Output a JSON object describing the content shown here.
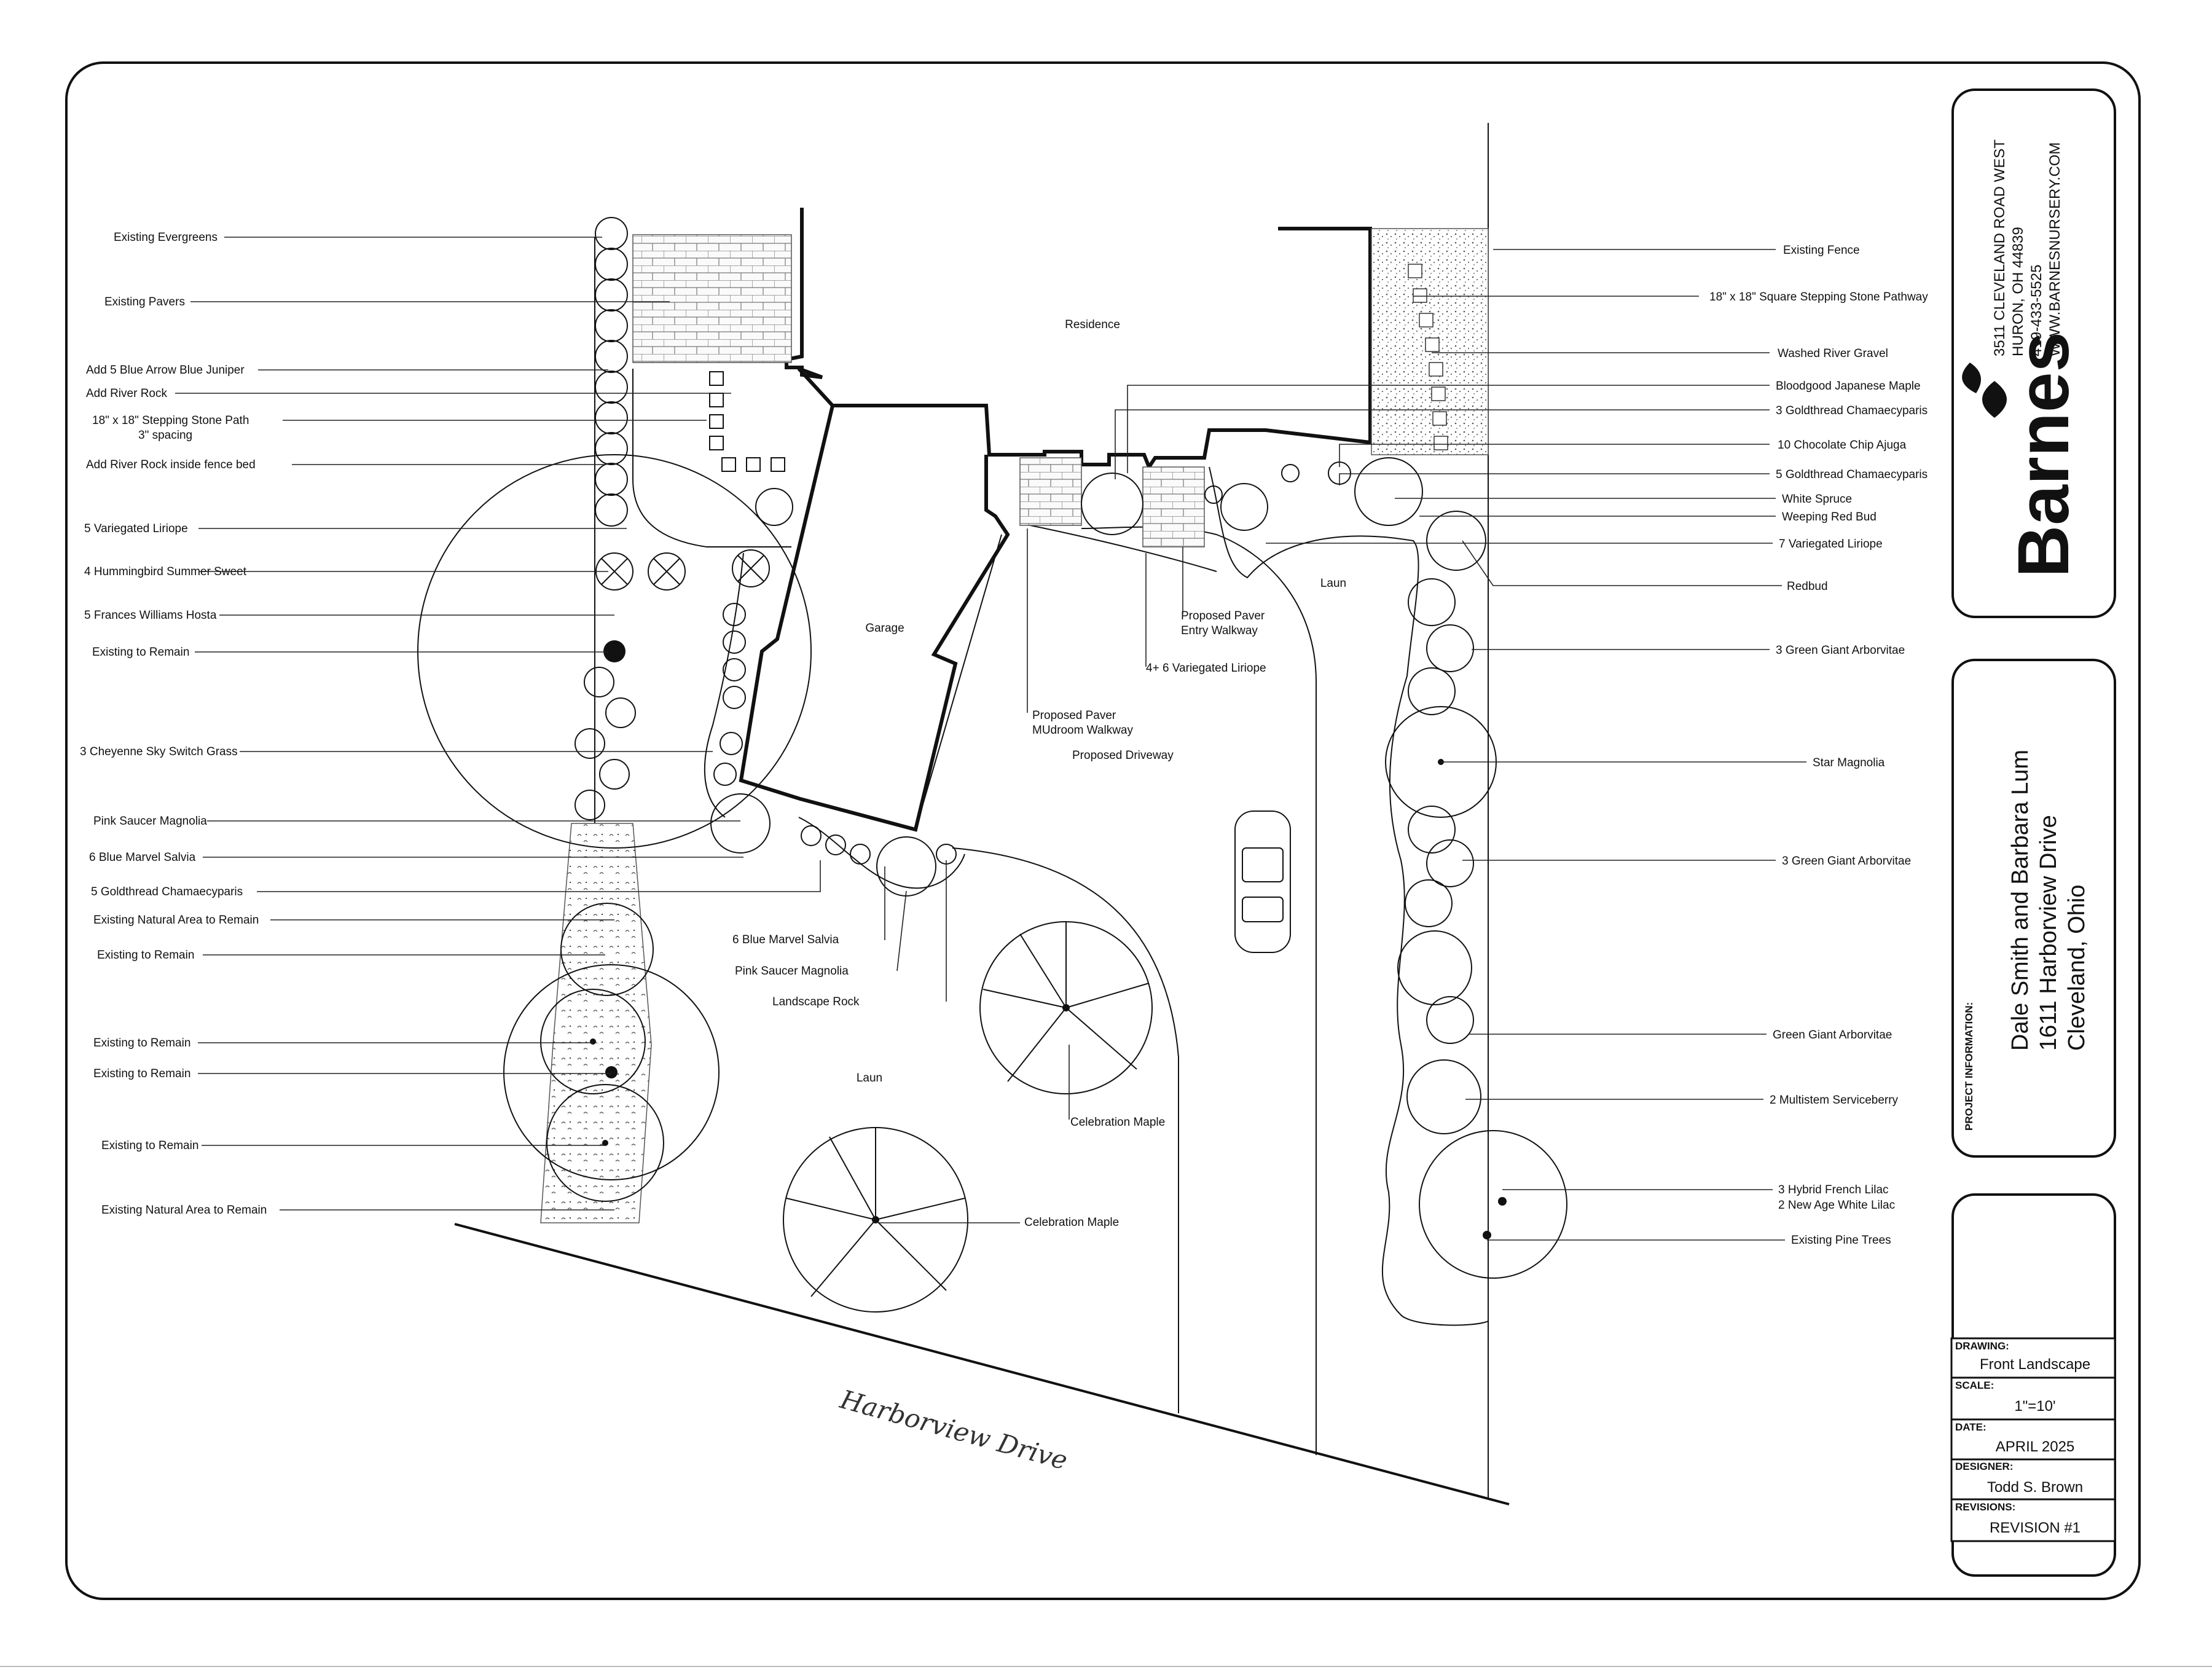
{
  "labels_left": [
    "Existing Evergreens",
    "Existing Pavers",
    "Add 5 Blue Arrow Blue Juniper",
    "Add River Rock",
    "18\" x 18\" Stepping Stone Path",
    "3\" spacing",
    "Add River Rock inside fence bed",
    "5 Variegated Liriope",
    "4 Hummingbird Summer Sweet",
    "5 Frances Williams Hosta",
    "Existing to Remain",
    "3 Cheyenne Sky Switch Grass",
    "Pink Saucer Magnolia",
    "6 Blue Marvel Salvia",
    "5 Goldthread Chamaecyparis",
    "Existing Natural Area to Remain",
    "Existing to Remain",
    "Existing to Remain",
    "Existing to Remain",
    "Existing to Remain",
    "Existing Natural Area to Remain"
  ],
  "labels_right": [
    "Existing Fence",
    "18\" x 18\" Square Stepping Stone Pathway",
    "Washed River Gravel",
    "Bloodgood Japanese Maple",
    "3 Goldthread Chamaecyparis",
    "10 Chocolate Chip Ajuga",
    "5 Goldthread Chamaecyparis",
    "White Spruce",
    "Weeping Red Bud",
    "7 Variegated Liriope",
    "Redbud",
    "3 Green Giant Arborvitae",
    "Star Magnolia",
    "3 Green Giant Arborvitae",
    "Green Giant Arborvitae",
    "2 Multistem Serviceberry",
    "3 Hybrid French Lilac",
    "2 New Age White Lilac",
    "Existing Pine Trees"
  ],
  "labels_center": {
    "residence": "Residence",
    "garage": "Garage",
    "lawn_top": "Laun",
    "lawn_bottom": "Laun",
    "paver_entry_1": "Proposed Paver",
    "paver_entry_2": "Entry Walkway",
    "liriope_46": "4+ 6 Variegated Liriope",
    "mudroom_1": "Proposed Paver",
    "mudroom_2": "MUdroom Walkway",
    "driveway": "Proposed Driveway",
    "salvia": "6 Blue Marvel Salvia",
    "magnolia": "Pink Saucer Magnolia",
    "rock": "Landscape Rock",
    "maple_1": "Celebration Maple",
    "maple_2": "Celebration Maple",
    "road": "Harborview Drive"
  },
  "title_block": {
    "address_1": "3511 CLEVELAND ROAD WEST",
    "address_2": "HURON, OH 44839",
    "phone": "419-433-5525",
    "web": "WWW.BARNESNURSERY.COM",
    "brand": "Barnes",
    "project_info_label": "PROJECT INFORMATION:",
    "client": "Dale Smith and Barbara Lum",
    "street": "1611 Harborview Drive",
    "city": "Cleveland, Ohio",
    "drawing_label": "DRAWING:",
    "drawing": "Front Landscape",
    "scale_label": "SCALE:",
    "scale": "1\"=10'",
    "date_label": "DATE:",
    "date": "APRIL 2025",
    "designer_label": "DESIGNER:",
    "designer": "Todd S. Brown",
    "revisions_label": "REVISIONS:",
    "revision": "REVISION #1"
  }
}
